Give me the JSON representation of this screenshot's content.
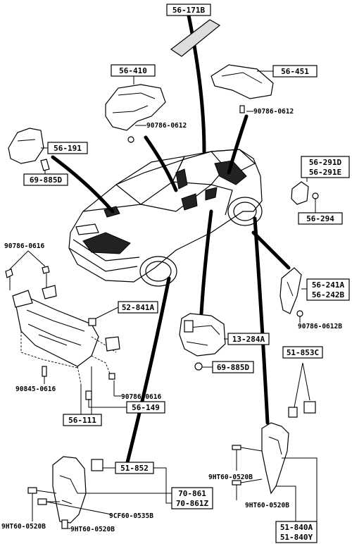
{
  "labels": {
    "p56_171b": "56-171B",
    "p56_410": "56-410",
    "p56_451": "56-451",
    "p90786_0612_a": "90786-0612",
    "p90786_0612_b": "90786-0612",
    "p56_191": "56-191",
    "p69_885d_a": "69-885D",
    "p56_291d": "56-291D",
    "p56_291e": "56-291E",
    "p56_294": "56-294",
    "p90786_0616_a": "90786-0616",
    "p52_841a": "52-841A",
    "p56_241a": "56-241A",
    "p56_242b": "56-242B",
    "p90786_0612b": "90786-0612B",
    "p13_284a": "13-284A",
    "p69_885d_b": "69-885D",
    "p51_853c": "51-853C",
    "p90845_0616": "90845-0616",
    "p90786_0616_b": "90786-0616",
    "p56_149": "56-149",
    "p56_111": "56-111",
    "p51_852": "51-852",
    "p9ht60_0520b_a": "9HT60-0520B",
    "p9ht60_0520b_b": "9HT60-0520B",
    "p70_861": "70-861",
    "p70_861z": "70-861Z",
    "p9cf60_0535b": "9CF60-0535B",
    "p9ht60_0520b_c": "9HT60-0520B",
    "p9ht60_0520b_d": "9HT60-0520B",
    "p51_840a": "51-840A",
    "p51_840y": "51-840Y"
  }
}
